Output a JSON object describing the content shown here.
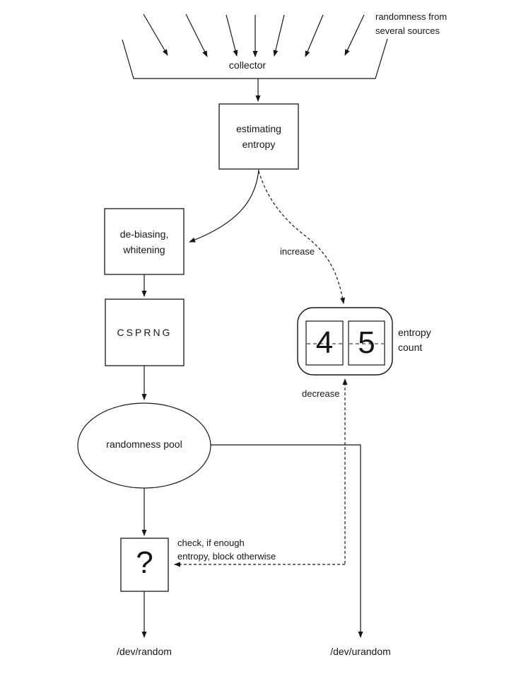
{
  "diagram": {
    "title_note": {
      "line1": "randomness from",
      "line2": "several sources"
    },
    "nodes": {
      "collector": {
        "label": "collector"
      },
      "estimating": {
        "line1": "estimating",
        "line2": "entropy"
      },
      "debiasing": {
        "line1": "de-biasing,",
        "line2": "whitening"
      },
      "csprng": {
        "label": "CSPRNG"
      },
      "pool": {
        "label": "randomness pool"
      },
      "question": {
        "label": "?"
      },
      "counter": {
        "digit1": "4",
        "digit2": "5",
        "label_line1": "entropy",
        "label_line2": "count"
      }
    },
    "edges": {
      "increase_label": "increase",
      "decrease_label": "decrease",
      "check_line1": "check, if enough",
      "check_line2": "entropy, block otherwise"
    },
    "outputs": {
      "dev_random": "/dev/random",
      "dev_urandom": "/dev/urandom"
    },
    "colors": {
      "ink": "#161616",
      "background": "#ffffff"
    }
  }
}
